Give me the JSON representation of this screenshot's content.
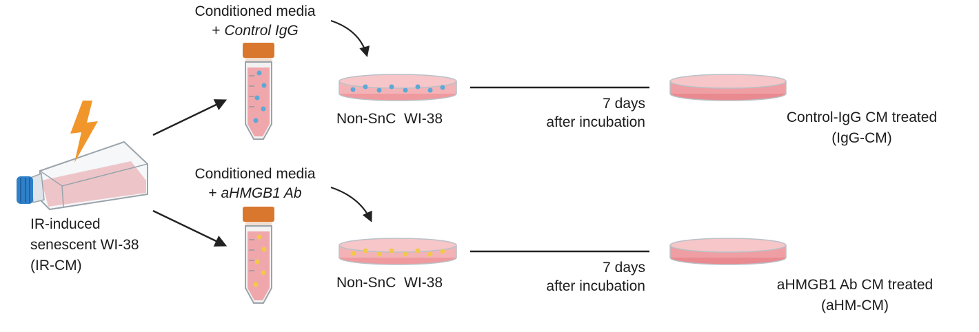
{
  "source": {
    "line1": "IR-induced",
    "line2": "senescent  WI-38",
    "line3": "(IR-CM)"
  },
  "top_branch": {
    "media_line1": "Conditioned media",
    "media_prefix": "+ ",
    "media_antibody": "Control IgG",
    "bead_color": "#5ea8d6",
    "dish_label": "Non-SnC  WI-38",
    "incubation_days": "7 days",
    "incubation_note": "after incubation",
    "result_line1": "Control-IgG CM treated",
    "result_line2": "(IgG-CM)"
  },
  "bottom_branch": {
    "media_line1": "Conditioned media",
    "media_prefix": "+ ",
    "media_antibody": "aHMGB1 Ab",
    "bead_color": "#f2c84b",
    "dish_label": "Non-SnC  WI-38",
    "incubation_days": "7 days",
    "incubation_note": "after incubation",
    "result_line1": "aHMGB1 Ab CM treated",
    "result_line2": "(aHM-CM)"
  },
  "colors": {
    "media_pink": "#ef9a9f",
    "cap_orange": "#d9772e",
    "flask_cap_blue": "#2f80c8",
    "lightning": "#f0962a",
    "line": "#222222"
  }
}
